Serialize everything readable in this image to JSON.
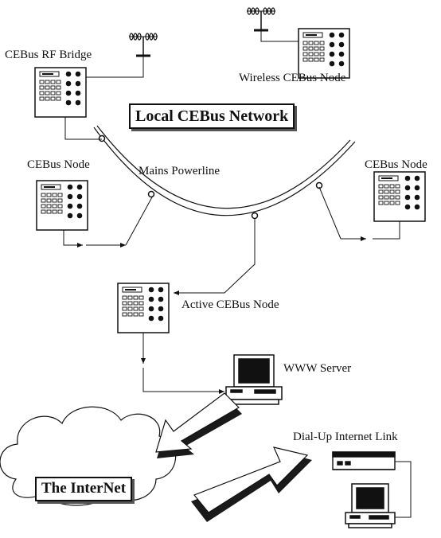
{
  "labels": {
    "rf_bridge": "CEBus RF Bridge",
    "wireless_node": "Wireless CEBus Node",
    "local_network": "Local CEBus Network",
    "node_left": "CEBus Node",
    "mains": "Mains Powerline",
    "node_right": "CEBus Node",
    "active_node": "Active CEBus Node",
    "www_server": "WWW Server",
    "dialup": "Dial-Up Internet Link",
    "internet": "The InterNet"
  }
}
